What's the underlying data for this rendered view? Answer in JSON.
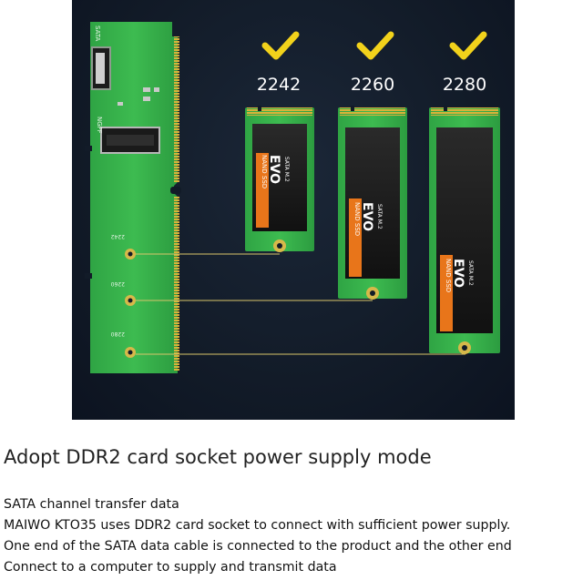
{
  "board": {
    "sata_label": "SATA",
    "ngff_label": "NGFF",
    "slot_labels": [
      "2242",
      "2260",
      "2280"
    ]
  },
  "drives": [
    {
      "size_label": "2242",
      "brand": "NAND SSD",
      "model": "EVO",
      "interface": "SATA M.2"
    },
    {
      "size_label": "2260",
      "brand": "NAND SSD",
      "model": "EVO",
      "interface": "SATA M.2"
    },
    {
      "size_label": "2280",
      "brand": "NAND SSD",
      "model": "EVO",
      "interface": "SATA M.2"
    }
  ],
  "colors": {
    "pcb_green": "#35b24a",
    "check_yellow": "#f2d21b",
    "label_orange": "#e8751a",
    "gold": "#d8b23a"
  },
  "heading": "Adopt DDR2 card socket power supply mode",
  "description_lines": [
    "SATA channel transfer data",
    "MAIWO KTO35 uses DDR2 card socket to connect with sufficient power supply.",
    "One end of the SATA data cable is connected to the product and the other end",
    "Connect to a computer to supply and transmit data"
  ]
}
